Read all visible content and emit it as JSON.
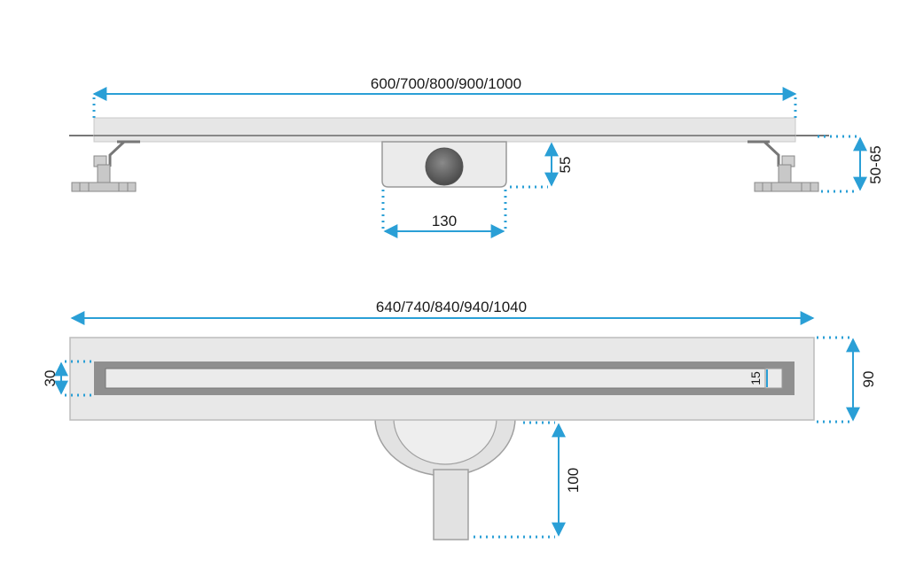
{
  "top_view": {
    "length_label": "600/700/800/900/1000",
    "outlet_width_label": "130",
    "outlet_height_label": "55",
    "total_height_label": "50-65"
  },
  "bottom_view": {
    "length_label": "640/740/840/940/1040",
    "width_label": "90",
    "slot_width_label": "30",
    "slot_inner_label": "15",
    "outlet_depth_label": "100"
  },
  "colors": {
    "dimension_line": "#2a9fd6",
    "body": "#e6e6e6",
    "outline": "#9a9a9a"
  }
}
